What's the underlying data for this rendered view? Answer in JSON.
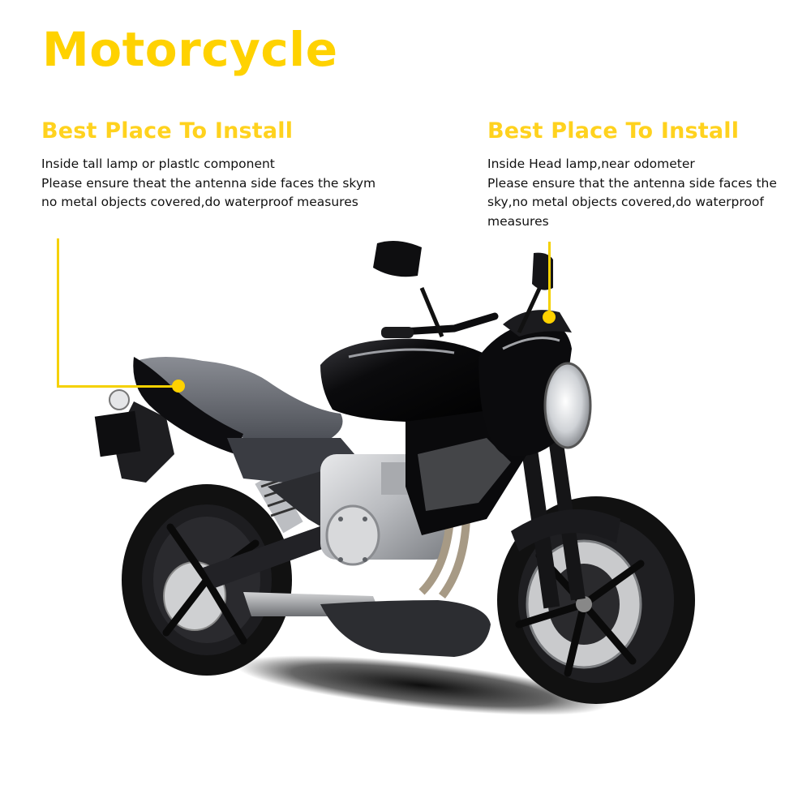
{
  "title": "Motorcycle",
  "colors": {
    "accent": "#FFD200",
    "text": "#111111",
    "background": "#FFFFFF"
  },
  "left_block": {
    "heading": "Best Place To Install",
    "lines": [
      "Inside tall lamp or plastlc component",
      "Please ensure theat the antenna side faces the skym",
      "no metal objects covered,do waterproof measures"
    ],
    "callout_target": "rear-seat-tail"
  },
  "right_block": {
    "heading": "Best Place To Install",
    "lines": [
      "Inside Head lamp,near odometer",
      "Please ensure that the antenna side faces the",
      "sky,no metal objects covered,do waterproof",
      "measures"
    ],
    "callout_target": "head-lamp-cowl"
  },
  "image": {
    "subject": "black naked motorcycle, three-quarter front view"
  }
}
